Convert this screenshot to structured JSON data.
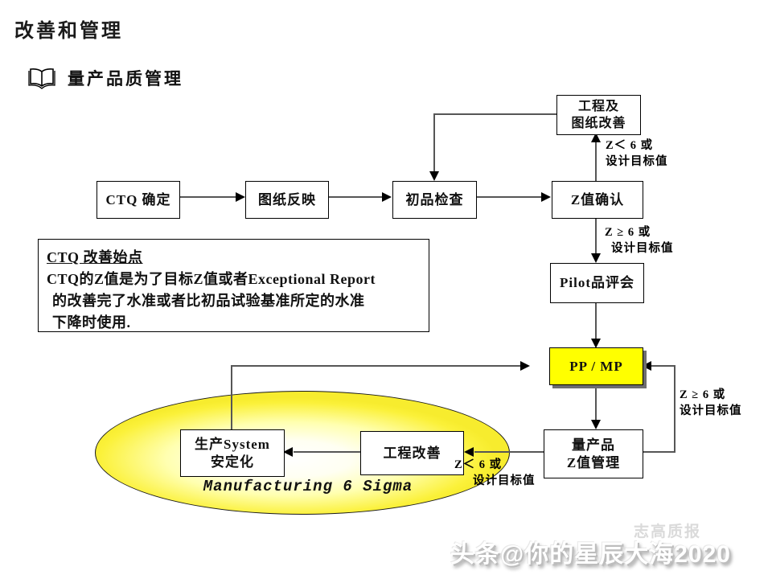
{
  "page": {
    "title": "改善和管理",
    "section": {
      "icon": "open-book-icon",
      "label": "量产品质管理"
    }
  },
  "flowchart": {
    "nodes": {
      "engineering_drawing_improve": {
        "lines": [
          "工程及",
          "图纸改善"
        ]
      },
      "ctq_confirm": {
        "label": "CTQ 确定"
      },
      "drawing_reflect": {
        "label": "图纸反映"
      },
      "first_article_inspect": {
        "label": "初品检查"
      },
      "z_value_confirm": {
        "label": "Z值确认"
      },
      "pilot_review": {
        "label": "Pilot品评会"
      },
      "pp_mp": {
        "label": "PP / MP",
        "fill": "#ffff00"
      },
      "mass_production_z": {
        "lines": [
          "量产品",
          "Z值管理"
        ]
      },
      "process_improve": {
        "label": "工程改善"
      },
      "production_system": {
        "lines": [
          "生产System",
          "安定化"
        ]
      }
    },
    "labels": {
      "z_lt6_top": {
        "line1": "Z＜ 6 或",
        "line2": "设计目标值"
      },
      "z_ge6_mid": {
        "line1": "Z ≥ 6 或",
        "line2": "设计目标值"
      },
      "z_ge6_right": {
        "line1": "Z ≥ 6 或",
        "line2": "设计目标值"
      },
      "z_lt6_bottom": {
        "line1": "Z＜ 6 或",
        "line2": "设计目标值"
      }
    },
    "ellipse_caption": "Manufacturing 6 Sigma",
    "note": {
      "heading": "CTQ 改善始点",
      "body_lines": [
        "CTQ的Z值是为了目标Z值或者Exceptional Report",
        "的改善完了水准或者比初品试验基准所定的水准",
        "下降时使用."
      ]
    },
    "colors": {
      "highlight": "#ffff00",
      "ellipse_yellow": "#fbf13a",
      "line": "#565656"
    }
  },
  "watermark": {
    "faint": "志高质报",
    "main": "头条@你的星辰大海2020"
  }
}
